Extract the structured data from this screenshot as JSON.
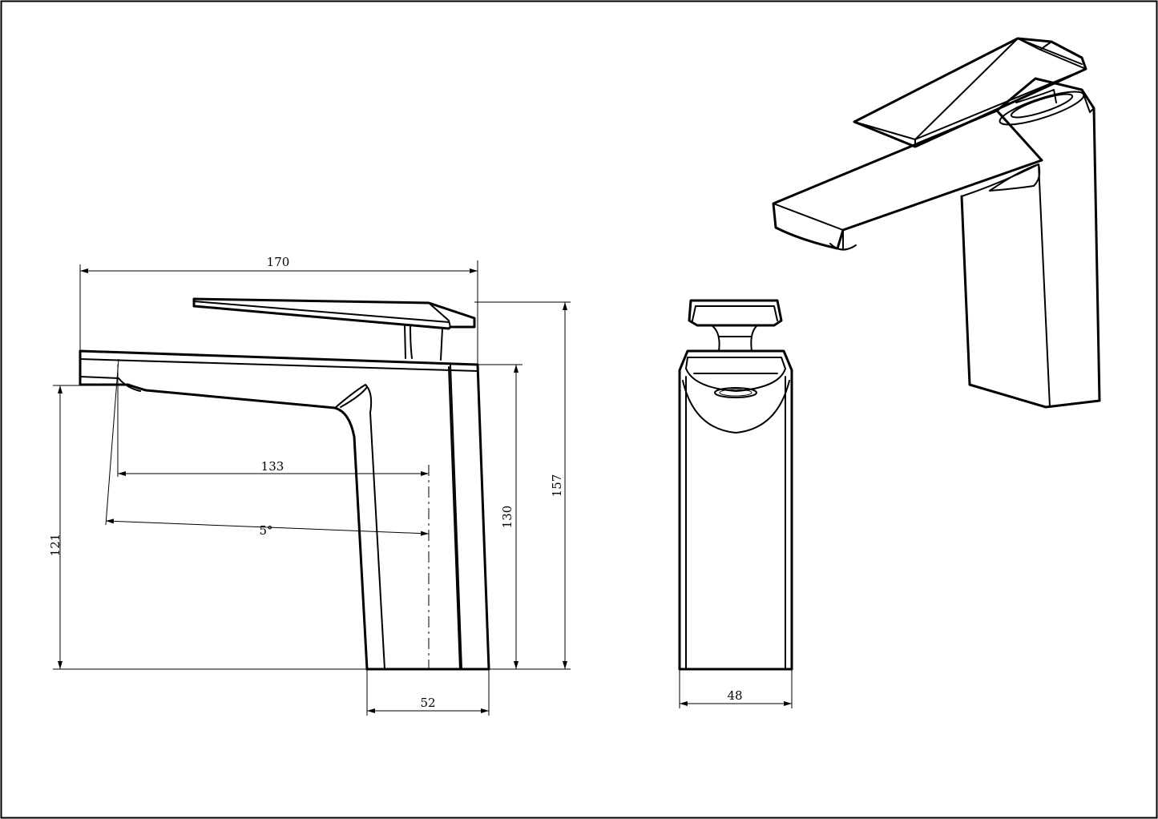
{
  "drawing": {
    "type": "technical drawing",
    "views": [
      "side-view",
      "front-view",
      "isometric-view"
    ],
    "dimensions": {
      "overall_length": "170",
      "spout_reach": "133",
      "spout_angle": "5°",
      "spout_height": "121",
      "body_height": "130",
      "total_height": "157",
      "base_depth": "52",
      "base_width": "48"
    }
  }
}
